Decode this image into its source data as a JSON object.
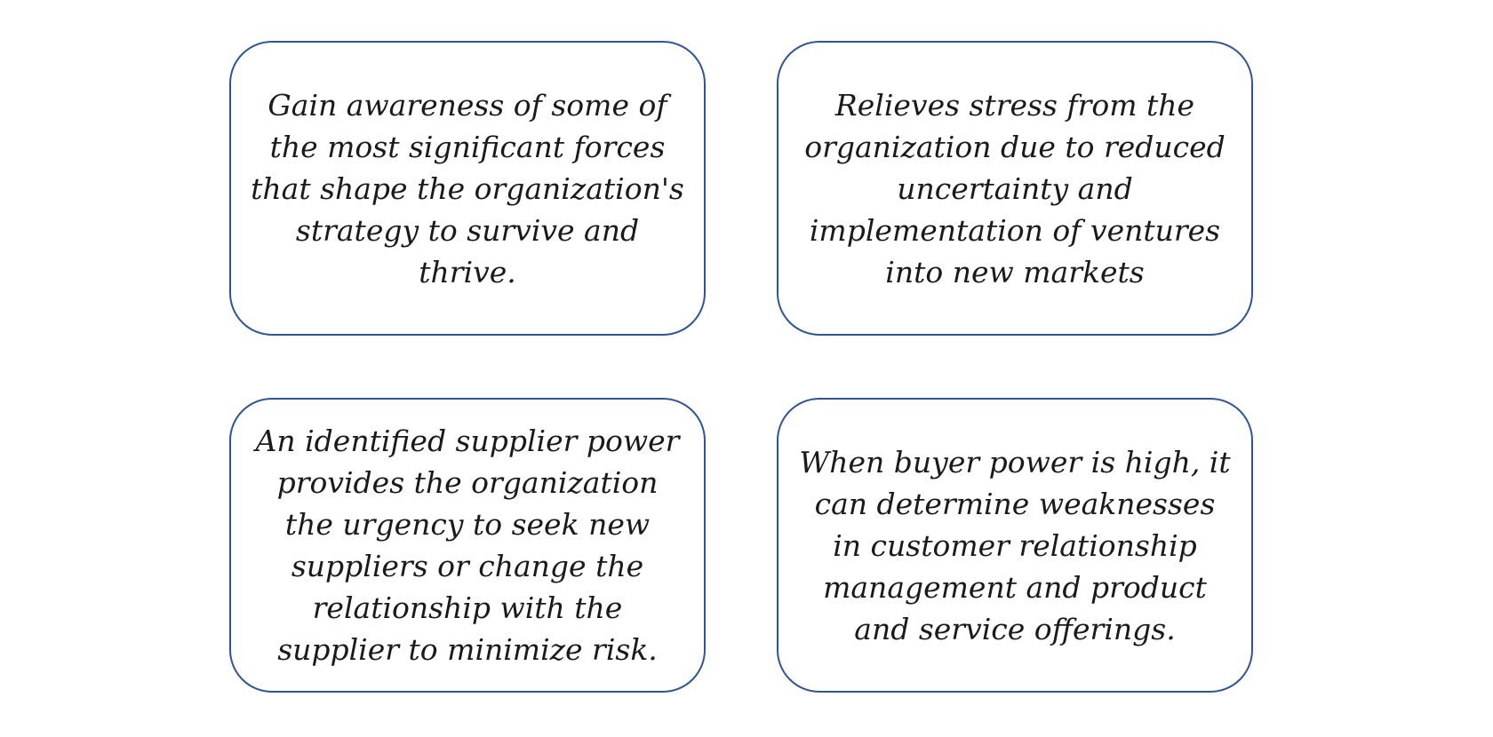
{
  "cards": [
    {
      "text": "Gain awareness of some of the most significant forces that shape the organization's strategy to survive and thrive."
    },
    {
      "text": "Relieves stress from the organization due to reduced uncertainty and implementation of ventures into new markets"
    },
    {
      "text": "An identified supplier power provides the organization the urgency to seek new suppliers or change the relationship with the supplier to minimize risk."
    },
    {
      "text": "When buyer power is high, it can determine weaknesses in customer relationship management and product and service offerings."
    }
  ],
  "colors": {
    "card_border": "#2f5597",
    "text": "#1a1a1a",
    "background": "#ffffff"
  }
}
